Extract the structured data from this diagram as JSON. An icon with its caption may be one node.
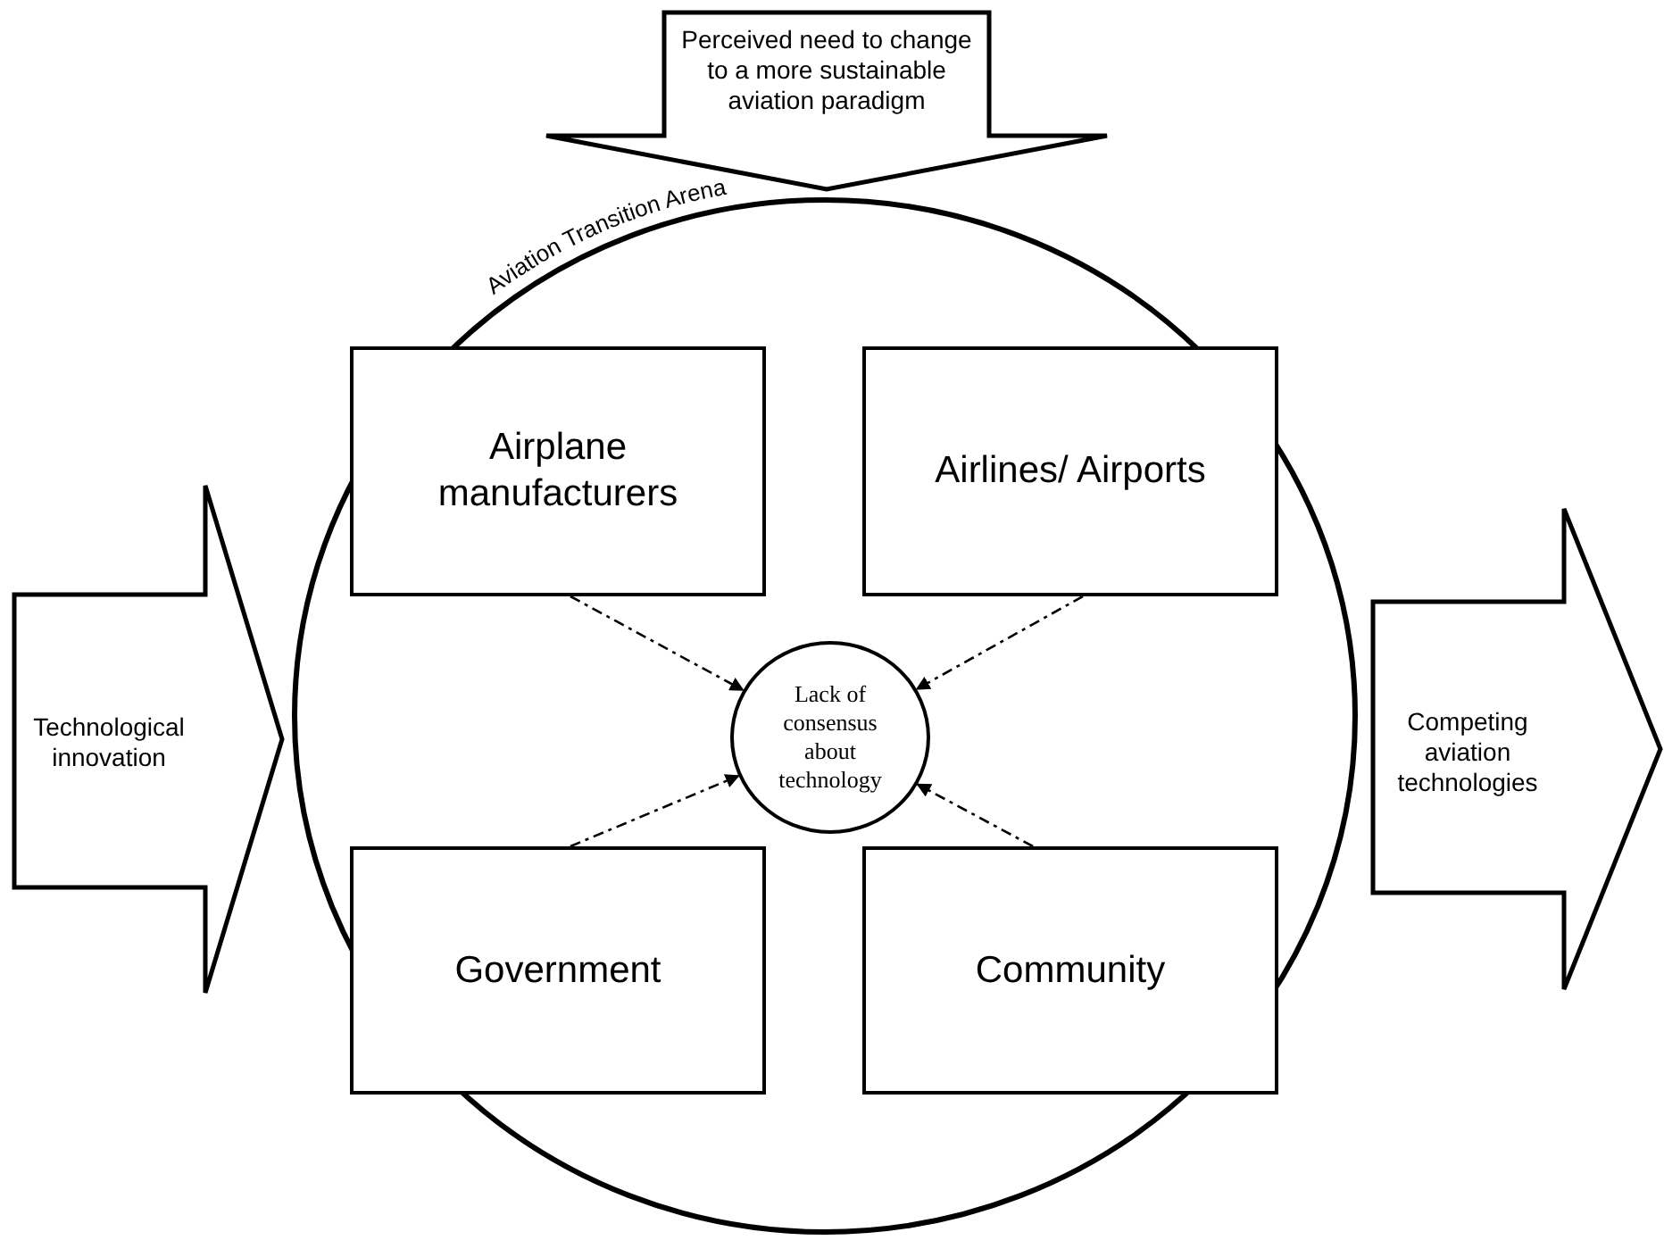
{
  "diagram": {
    "nodes": [
      {
        "text": [
          "Perceived need to change to a more sustainable aviation paradigm"
        ]
      },
      {
        "text": [
          "Aviation Transition Arena"
        ]
      },
      {
        "text": [
          "Airplane manufacturers"
        ],
        "in": 1
      },
      {
        "text": [
          "Airlines/ Airports"
        ],
        "in": 1
      },
      {
        "text": [
          "Technological innovation"
        ]
      },
      {
        "text": [
          "Lack of consensus about technology"
        ],
        "in": 1
      },
      {
        "text": [
          "Competing aviation technologies"
        ]
      },
      {
        "text": [
          "Government"
        ],
        "in": 1
      },
      {
        "text": [
          "Community"
        ],
        "in": 1
      }
    ],
    "edges": [
      {
        "from": 2,
        "to": 5,
        "arrow": "to",
        "style": "dashed"
      },
      {
        "from": 3,
        "to": 5,
        "arrow": "to",
        "style": "dashed"
      },
      {
        "from": 7,
        "to": 5,
        "arrow": "to",
        "style": "dashed"
      },
      {
        "from": 8,
        "to": 5,
        "arrow": "to",
        "style": "dashed"
      }
    ]
  }
}
